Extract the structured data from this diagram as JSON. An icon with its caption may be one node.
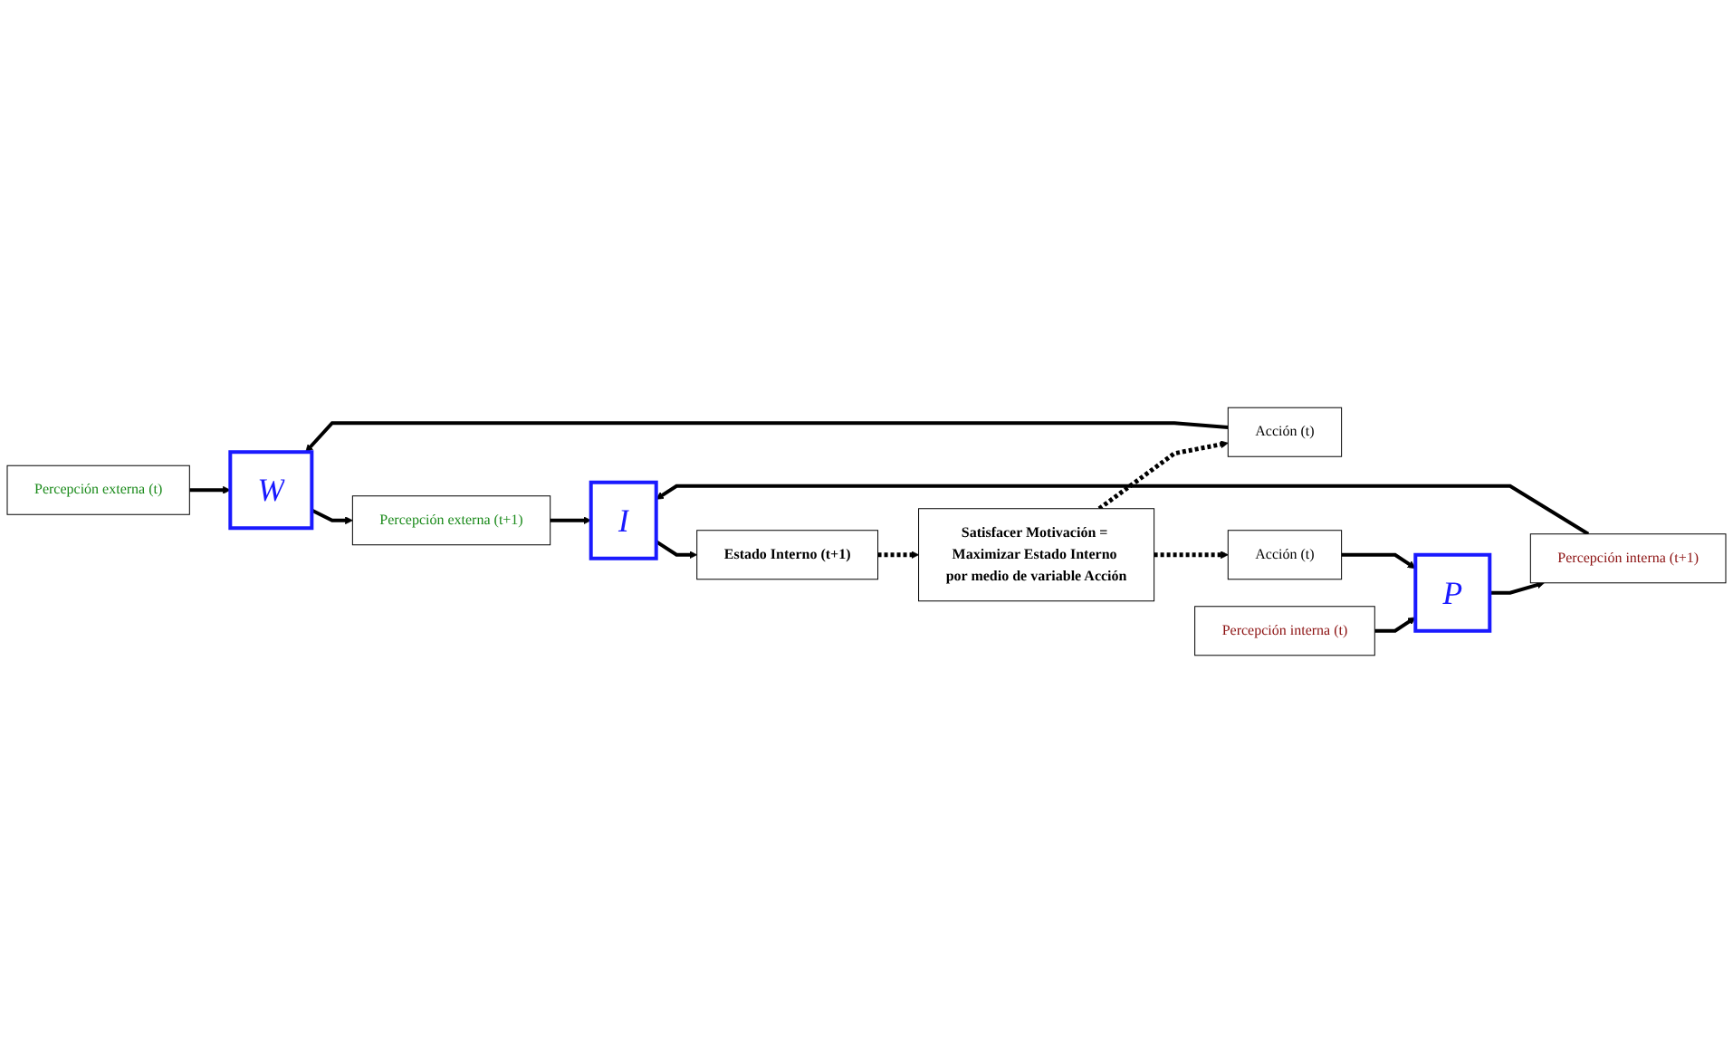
{
  "diagram": {
    "nodes": [
      {
        "text": [
          "Percepción externa (t)"
        ]
      },
      {
        "text": [
          "Acción (t)"
        ]
      },
      {
        "text": [
          "W"
        ]
      },
      {
        "text": [
          "Percepción externa (t+1)"
        ]
      },
      {
        "text": [
          "Percepción interna (t)"
        ]
      },
      {
        "text": [
          "Acción (t)"
        ]
      },
      {
        "text": [
          "P"
        ]
      },
      {
        "text": [
          "Percepción interna (t+1)"
        ]
      },
      {
        "text": [
          "I"
        ]
      },
      {
        "text": [
          "Estado Interno (t+1)"
        ]
      },
      {
        "text": [
          "Satisfacer Motivación = Maximizar Estado Interno por medio de variable Acción"
        ]
      }
    ],
    "edges": [
      {
        "from": 0,
        "to": 2,
        "arrow": "to"
      },
      {
        "from": 1,
        "to": 2,
        "arrow": "to"
      },
      {
        "from": 2,
        "to": 3,
        "arrow": "to"
      },
      {
        "from": 4,
        "to": 6,
        "arrow": "to"
      },
      {
        "from": 5,
        "to": 6,
        "arrow": "to"
      },
      {
        "from": 6,
        "to": 7,
        "arrow": "to"
      },
      {
        "from": 3,
        "to": 8,
        "arrow": "to"
      },
      {
        "from": 7,
        "to": 8,
        "arrow": "to"
      },
      {
        "from": 8,
        "to": 9,
        "arrow": "to"
      },
      {
        "from": 9,
        "to": 10,
        "arrow": "to",
        "style": "dashed"
      },
      {
        "from": 10,
        "to": 1,
        "arrow": "to",
        "style": "dashed"
      },
      {
        "from": 10,
        "to": 5,
        "arrow": "to",
        "style": "dashed"
      }
    ]
  }
}
